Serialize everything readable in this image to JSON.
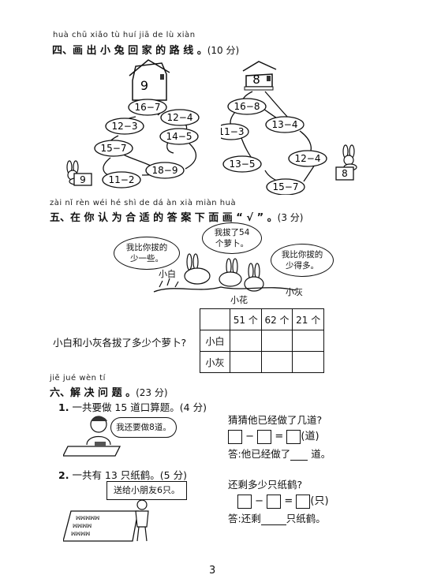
{
  "s4": {
    "pinyin": "huà chū xiǎo tù huí jiā de lù xiàn",
    "title": "四、画 出 小 兔 回 家 的 路 线 。",
    "score": "(10 分)",
    "left": {
      "house": "9",
      "start": "9",
      "ovals": [
        "16−7",
        "12−4",
        "12−3",
        "14−5",
        "15−7",
        "18−9",
        "11−2"
      ]
    },
    "right": {
      "house": "8",
      "start": "8",
      "ovals": [
        "16−8",
        "11−3",
        "13−4",
        "12−4",
        "13−5",
        "15−7"
      ]
    }
  },
  "s5": {
    "pinyin": "zài nǐ rèn wéi hé shì de dá àn xià miàn huà",
    "title": "五、在 你 认 为 合 适 的 答 案 下  面  画 “ √ ” 。",
    "score": "(3 分)",
    "bubble1": "我比你拔的少一些。",
    "bubble2": "我拔了54个萝卜。",
    "bubble3": "我比你拔的少得多。",
    "name1": "小白",
    "name2": "小花",
    "name3": "小灰",
    "question": "小白和小灰各拔了多少个萝卜?",
    "table": {
      "headers": [
        "51 个",
        "62 个",
        "21 个"
      ],
      "rows": [
        "小白",
        "小灰"
      ]
    }
  },
  "s6": {
    "pinyin": "jiě jué wèn tí",
    "title": "六、解 决 问 题 。",
    "score": "(23 分)",
    "p1": {
      "num": "1.",
      "text": "一共要做 15 道口算题。",
      "score": "(4 分)",
      "bubble": "我还要做8道。",
      "question": "猜猜他已经做了几道?",
      "minus": "−",
      "equals": "=",
      "unit": "(道)",
      "answer_prefix": "答:他已经做了",
      "answer_suffix": "道。"
    },
    "p2": {
      "num": "2.",
      "text": "一共有 13 只纸鹤。",
      "score": "(5 分)",
      "bubble": "送给小朋友6只。",
      "question": "还剩多少只纸鹤?",
      "minus": "−",
      "equals": "=",
      "unit": "(只)",
      "answer_prefix": "答:还剩",
      "answer_suffix": "只纸鹤。"
    }
  },
  "page_number": "3"
}
